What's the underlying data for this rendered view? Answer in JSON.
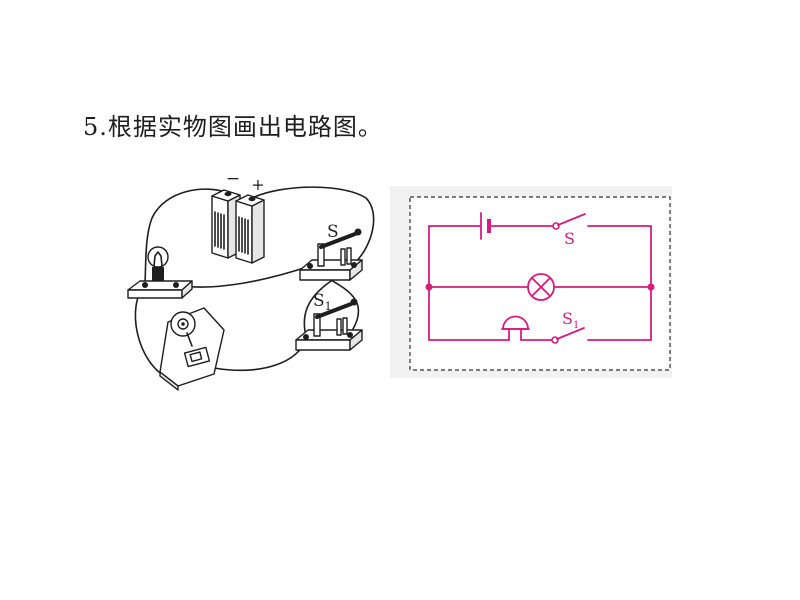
{
  "question": {
    "text": "5.根据实物图画出电路图。"
  },
  "physical_diagram": {
    "battery_negative_label": "−",
    "battery_positive_label": "+",
    "switch_s_label": "S",
    "switch_s1_label": {
      "main": "S",
      "sub": "1"
    }
  },
  "circuit_diagram": {
    "wire_color": "#d81b7c",
    "switch_s_label": "S",
    "switch_s1_label": {
      "main": "S",
      "sub": "1"
    }
  }
}
